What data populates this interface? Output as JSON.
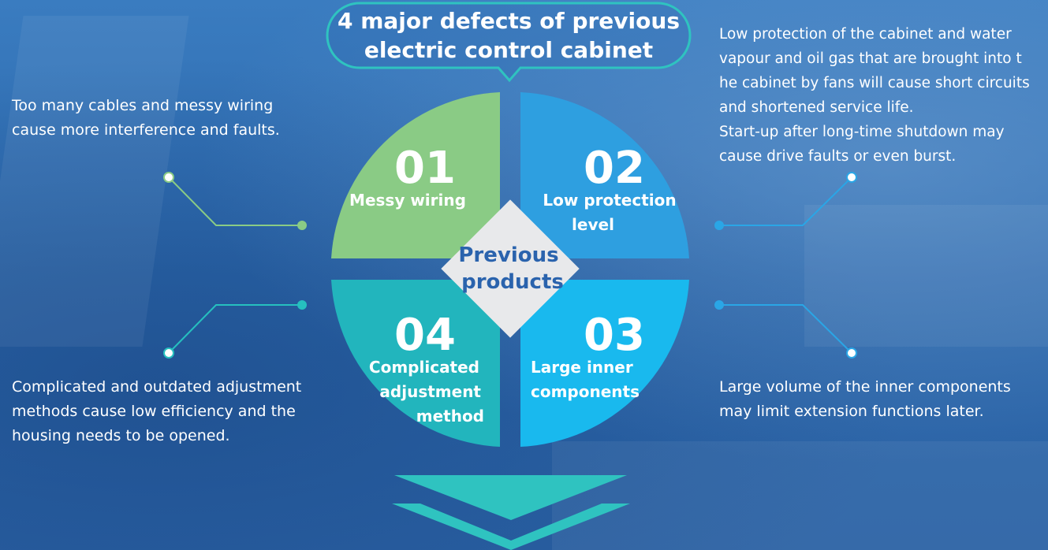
{
  "title": {
    "line1": "4 major defects of previous",
    "line2": "electric control cabinet"
  },
  "center": {
    "line1": "Previous",
    "line2": "products"
  },
  "segments": [
    {
      "number": "01",
      "label_lines": [
        "Messy wiring"
      ],
      "color": "#8acb85"
    },
    {
      "number": "02",
      "label_lines": [
        "Low protection",
        "level"
      ],
      "color": "#2e9fe0"
    },
    {
      "number": "03",
      "label_lines": [
        "Large inner",
        "components"
      ],
      "color": "#19b9ee"
    },
    {
      "number": "04",
      "label_lines": [
        "Complicated",
        "adjustment",
        "method"
      ],
      "color": "#22b5bd"
    }
  ],
  "descriptions": {
    "top_left": "Too many cables and messy wiring\ncause more interference and faults.",
    "top_right": "Low protection of the cabinet and water\nvapour and oil gas that are brought into t\nhe cabinet by fans will cause short circuits\nand shortened service life.\nStart-up after long-time shutdown may\ncause drive faults or even burst.",
    "bottom_left": "Complicated and outdated adjustment\nmethods cause low efficiency and the\nhousing needs to be opened.",
    "bottom_right": "Large volume of the inner components\nmay limit extension functions later."
  },
  "colors": {
    "accent_teal": "#2fc3c0",
    "connector_green": "#8acb85",
    "connector_blue": "#2aa6e6",
    "connector_teal": "#26c0bf",
    "center_fill": "#e8e9eb",
    "center_text": "#2a63ad"
  }
}
